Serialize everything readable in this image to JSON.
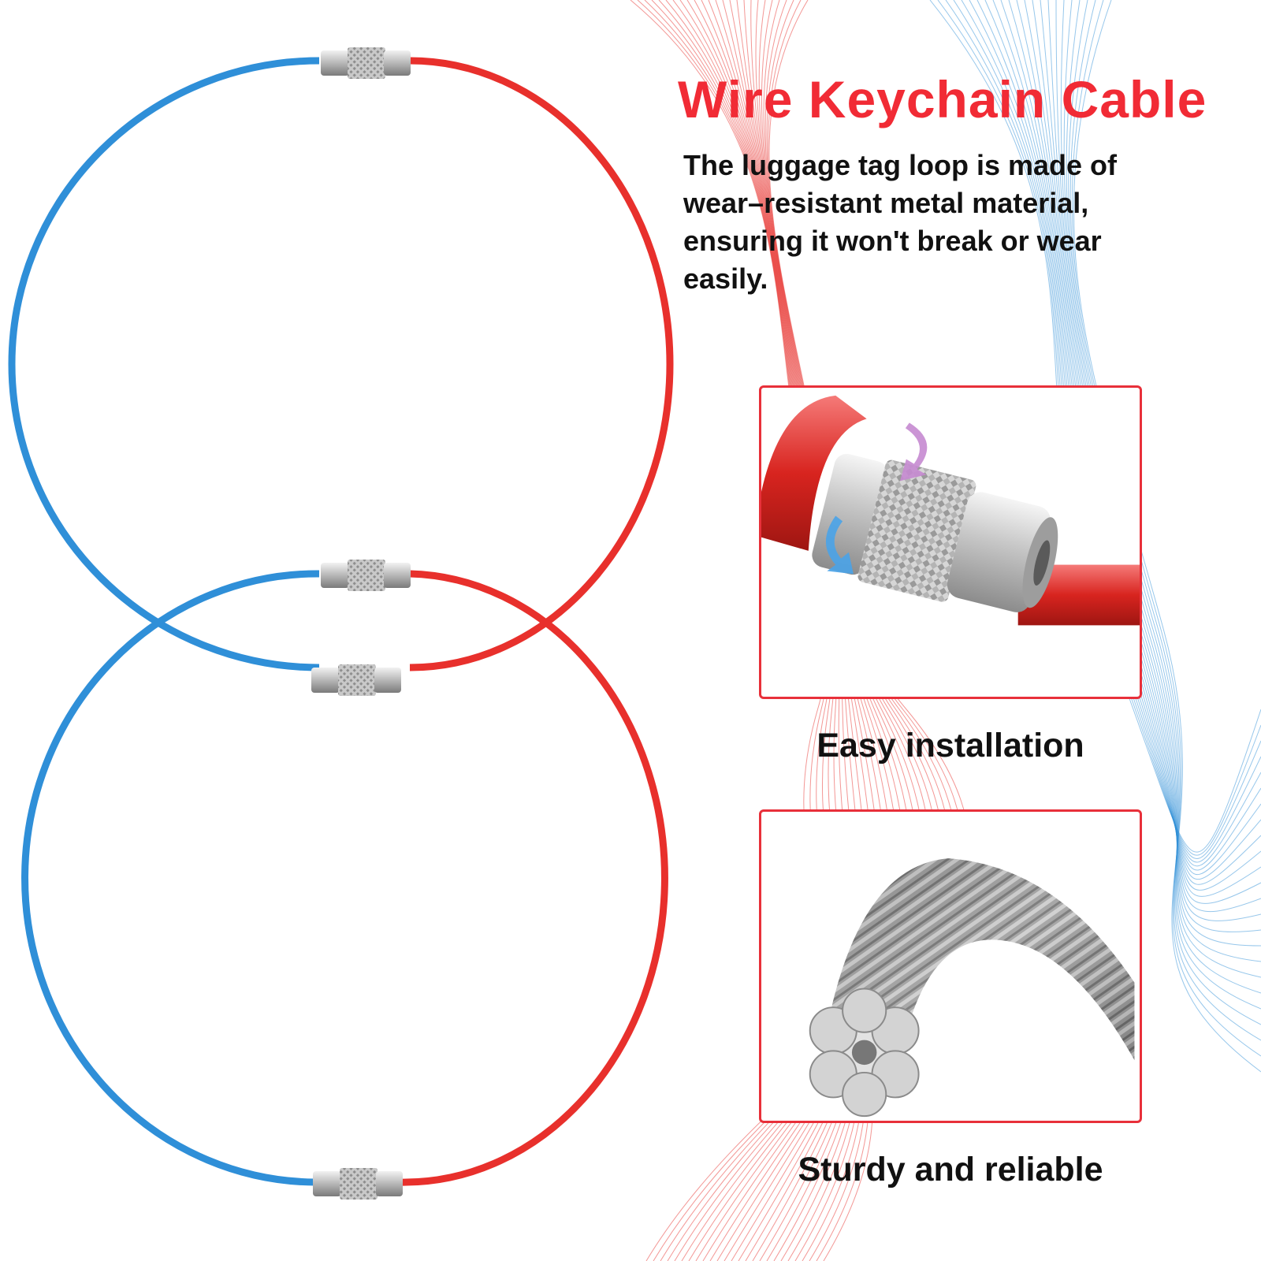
{
  "title": "Wire Keychain Cable",
  "description": "The luggage tag loop is made of wear–resistant metal material, ensuring it won't break or wear easily.",
  "features": [
    {
      "caption": "Easy installation",
      "icon": "screw-lock-connector-icon"
    },
    {
      "caption": "Sturdy and reliable",
      "icon": "steel-wire-rope-icon"
    }
  ],
  "colors": {
    "title": "#f12b35",
    "panel_border": "#e8303a",
    "cable_red": "#e8302c",
    "cable_blue": "#2f8fd8",
    "steel": "#a9a9a9"
  }
}
